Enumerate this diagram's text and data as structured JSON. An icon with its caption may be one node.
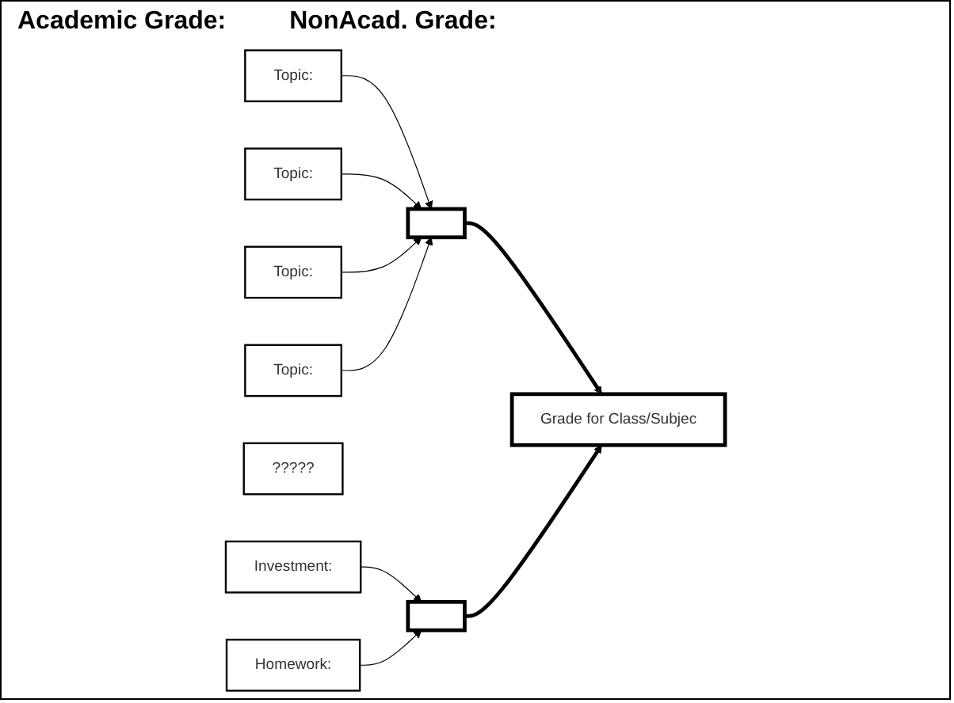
{
  "diagram": {
    "nodes": [
      {
        "text": [
          "Topic:"
        ]
      },
      {
        "text": [
          "Topic:"
        ]
      },
      {
        "text": [
          "Topic:"
        ]
      },
      {
        "text": [
          "Topic:"
        ]
      },
      {
        "text": [],
        "shape": "box"
      },
      {
        "text": [
          "?????"
        ]
      },
      {
        "text": [
          "Grade for Class/Subjec"
        ]
      },
      {
        "text": [],
        "shape": "box"
      },
      {
        "text": [
          "Investment:"
        ]
      },
      {
        "text": [
          "Homework:"
        ]
      }
    ],
    "edges": [
      {
        "from": 0,
        "to": 4,
        "arrow": "to"
      },
      {
        "from": 1,
        "to": 4,
        "arrow": "to"
      },
      {
        "from": 2,
        "to": 4,
        "arrow": "to"
      },
      {
        "from": 3,
        "to": 4,
        "arrow": "to"
      },
      {
        "from": 4,
        "to": 6,
        "arrow": "to",
        "style": "thick"
      },
      {
        "from": 7,
        "to": 6,
        "arrow": "to",
        "style": "thick"
      },
      {
        "from": 8,
        "to": 7,
        "arrow": "to"
      },
      {
        "from": 9,
        "to": 7,
        "arrow": "to"
      }
    ],
    "labels": [
      "Academic Grade:",
      "NonAcad. Grade:"
    ]
  }
}
